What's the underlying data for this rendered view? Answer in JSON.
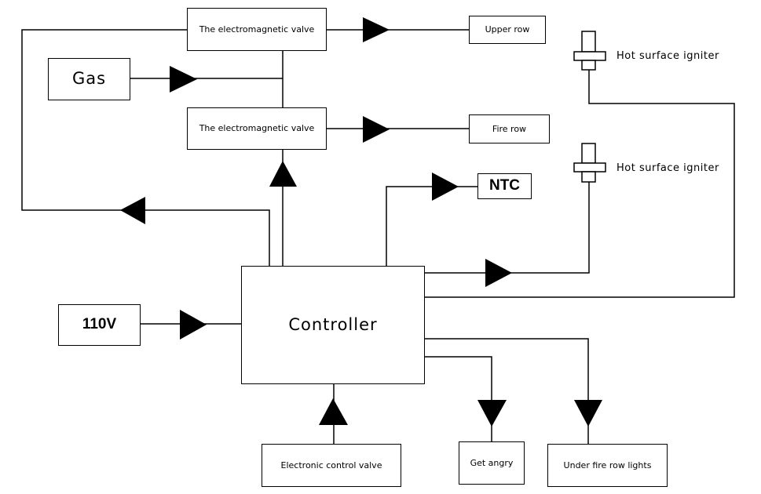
{
  "nodes": {
    "valve_upper": "The electromagnetic valve",
    "valve_fire": "The electromagnetic valve",
    "upper_row": "Upper row",
    "fire_row": "Fire row",
    "gas": "Gas",
    "ntc": "NTC",
    "controller": "Controller",
    "power": "110V",
    "electronic_control_valve": "Electronic control valve",
    "get_angry": "Get angry",
    "under_fire_row_lights": "Under fire row lights"
  },
  "igniters": [
    {
      "label": "Hot surface igniter"
    },
    {
      "label": "Hot surface igniter"
    }
  ],
  "colors": {
    "line": "#000000",
    "background": "#ffffff"
  }
}
